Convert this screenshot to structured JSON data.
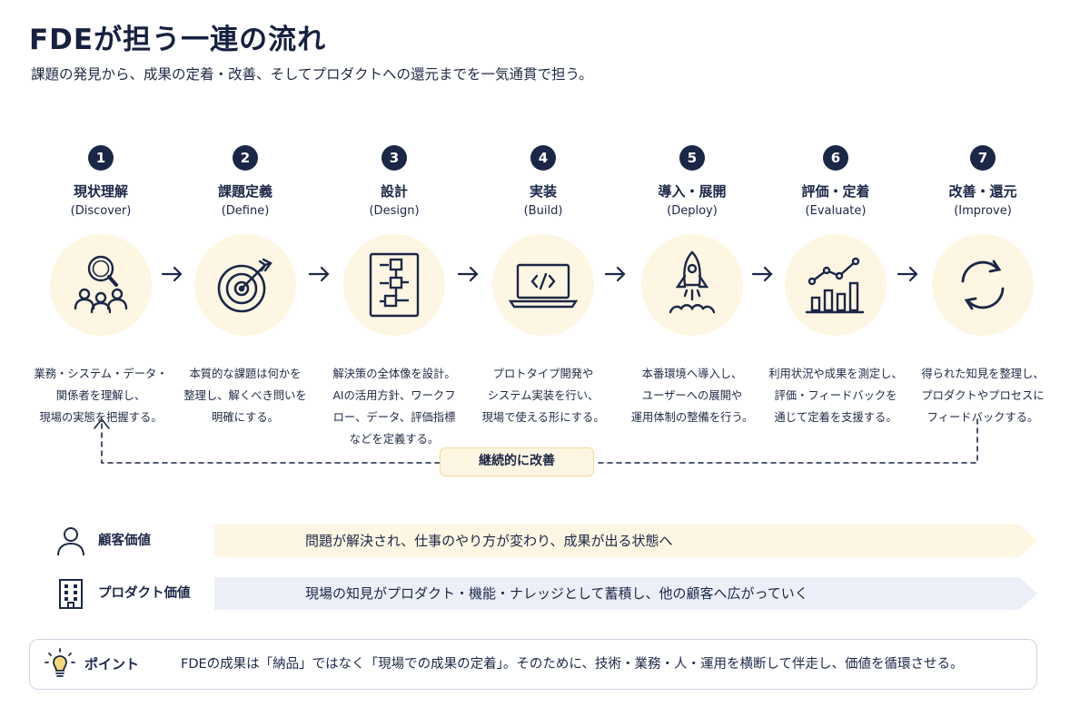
{
  "title": "FDEが担う一連の流れ",
  "subtitle": "課題の発見から、成果の定着・改善、そしてプロダクトへの還元までを一気通貫で担う。",
  "steps": [
    {
      "num": "1",
      "name": "現状理解",
      "en": "(Discover)",
      "icon": "magnifier-people-icon",
      "desc": "業務・システム・データ・\n関係者を理解し、\n現場の実態を把握する。"
    },
    {
      "num": "2",
      "name": "課題定義",
      "en": "(Define)",
      "icon": "target-icon",
      "desc": "本質的な課題は何かを\n整理し、解くべき問いを\n明確にする。"
    },
    {
      "num": "3",
      "name": "設計",
      "en": "(Design)",
      "icon": "flowchart-icon",
      "desc": "解決策の全体像を設計。\nAIの活用方針、ワークフ\nロー、データ、評価指標\nなどを定義する。"
    },
    {
      "num": "4",
      "name": "実装",
      "en": "(Build)",
      "icon": "laptop-code-icon",
      "desc": "プロトタイプ開発や\nシステム実装を行い、\n現場で使える形にする。"
    },
    {
      "num": "5",
      "name": "導入・展開",
      "en": "(Deploy)",
      "icon": "rocket-icon",
      "desc": "本番環境へ導入し、\nユーザーへの展開や\n運用体制の整備を行う。"
    },
    {
      "num": "6",
      "name": "評価・定着",
      "en": "(Evaluate)",
      "icon": "bar-chart-icon",
      "desc": "利用状況や成果を測定し、\n評価・フィードバックを\n通じて定着を支援する。"
    },
    {
      "num": "7",
      "name": "改善・還元",
      "en": "(Improve)",
      "icon": "cycle-icon",
      "desc": "得られた知見を整理し、\nプロダクトやプロセスに\nフィードバックする。"
    }
  ],
  "loop_label": "継続的に改善",
  "values": [
    {
      "label": "顧客価値",
      "text": "問題が解決され、仕事のやり方が変わり、成果が出る状態へ",
      "icon": "person-icon",
      "color": "#fdf6e2"
    },
    {
      "label": "プロダクト価値",
      "text": "現場の知見がプロダクト・機能・ナレッジとして蓄積し、他の顧客へ広がっていく",
      "icon": "building-icon",
      "color": "#eceff8"
    }
  ],
  "point": {
    "label": "ポイント",
    "text": "FDEの成果は「納品」ではなく「現場での成果の定着」。そのために、技術・業務・人・運用を横断して伴走し、価値を循環させる。",
    "icon": "lightbulb-icon"
  },
  "colors": {
    "navy": "#1b2747",
    "cream": "#fdf6e2",
    "lavender": "#eceff8",
    "gold": "#f1dc98"
  }
}
